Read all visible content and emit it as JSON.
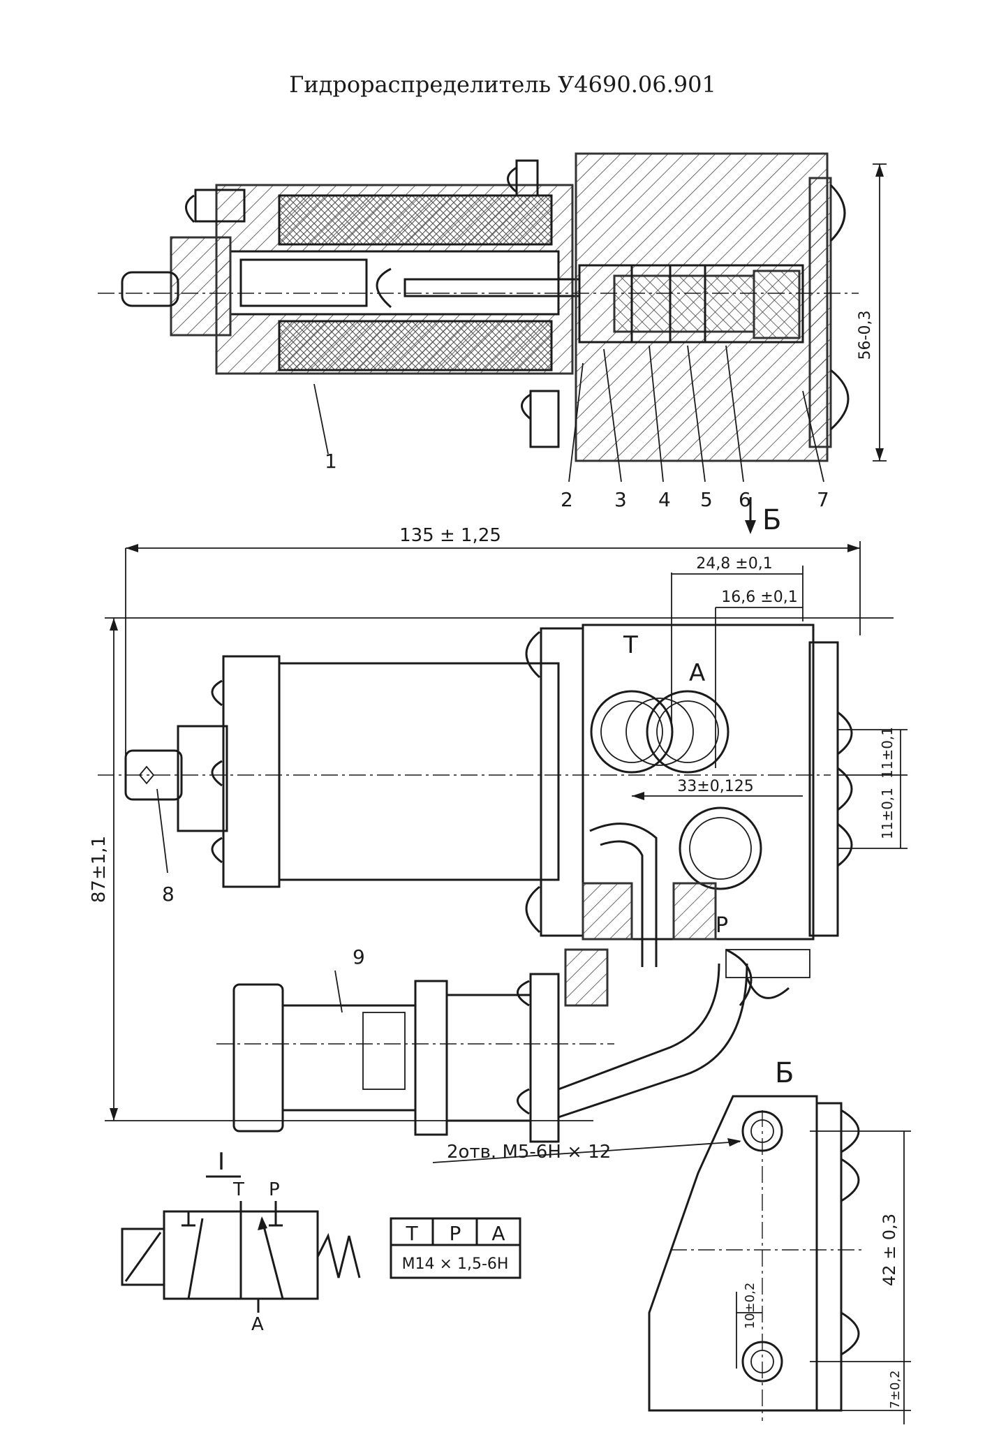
{
  "title": "Гидрораспределитель У4690.06.901",
  "section_view": {
    "part_numbers": [
      "1",
      "2",
      "3",
      "4",
      "5",
      "6",
      "7"
    ],
    "dim_height": "56-0,3",
    "view_arrow": "Б"
  },
  "main_view": {
    "dim_length": "135 ± 1,25",
    "dim_24": "24,8 ±0,1",
    "dim_16": "16,6 ±0,1",
    "dim_33": "33±0,125",
    "dim_11a": "11±0,1",
    "dim_11b": "11±0,1",
    "dim_height": "87±1,1",
    "port_t": "T",
    "port_a": "A",
    "port_p": "P",
    "part_8": "8",
    "part_9": "9"
  },
  "view_b": {
    "label": "Б",
    "callout": "2отв. М5-6Н × 12",
    "dim_42": "42 ± 0,3",
    "dim_10": "10±0,2",
    "dim_7": "7±0,2"
  },
  "schematic": {
    "position_label": "I",
    "port_t": "T",
    "port_p": "P",
    "port_a": "A"
  },
  "port_table": {
    "headers": [
      "T",
      "P",
      "A"
    ],
    "thread": "М14 × 1,5-6Н"
  }
}
